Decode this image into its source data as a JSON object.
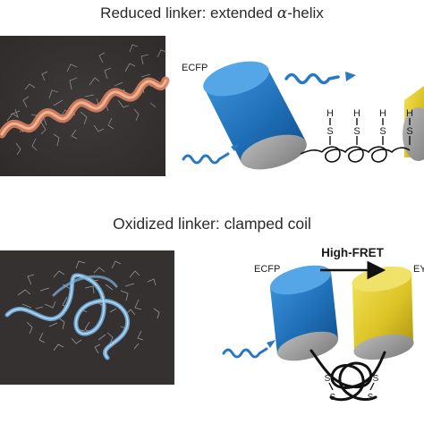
{
  "panels": {
    "top": {
      "title_prefix": "Reduced linker: extended ",
      "title_greek": "α",
      "title_suffix": "-helix",
      "protein_left": "ECFP",
      "thiol_h": "H",
      "thiol_s": "S"
    },
    "bottom": {
      "title": "Oxidized linker: clamped coil",
      "protein_left": "ECFP",
      "protein_right": "EY",
      "fret_label": "High-FRET",
      "disulfide_s": "S"
    }
  },
  "colors": {
    "render_bg": "#3a3535",
    "helix": "#e08a66",
    "coil": "#7fb4dc",
    "ecfp": "#1f6fb8",
    "eyfp": "#e3d02a",
    "wave": "#2a78c2",
    "text": "#1a1a1a"
  }
}
